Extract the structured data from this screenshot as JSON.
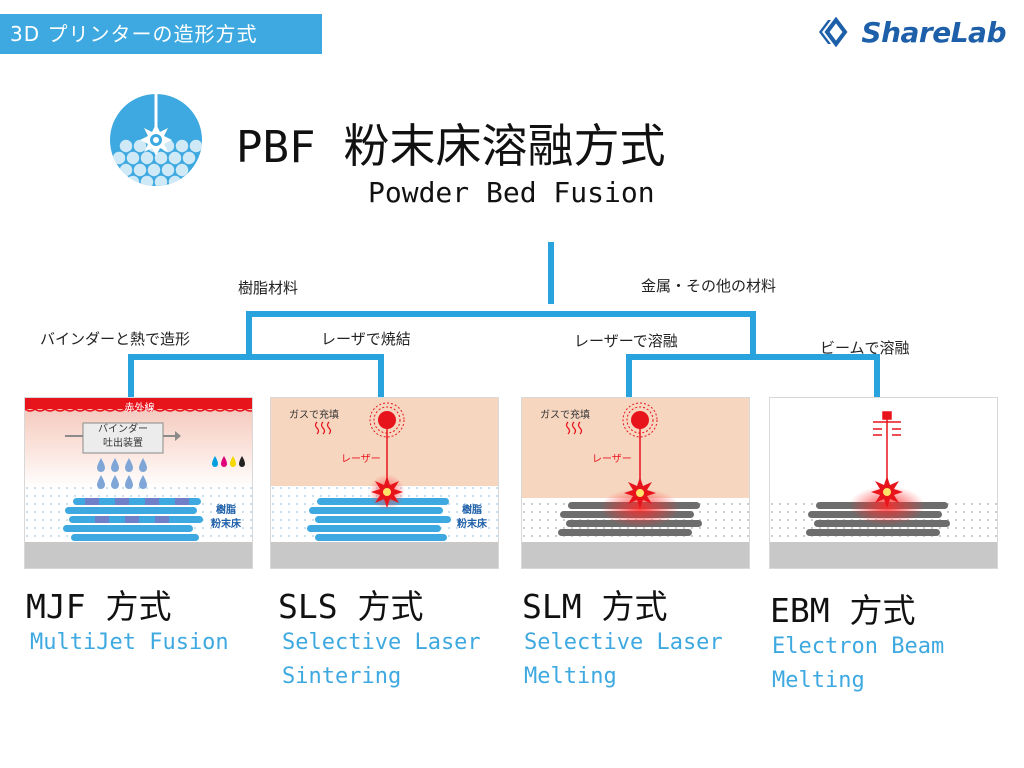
{
  "header": {
    "tag": "3D プリンターの造形方式",
    "logo": "ShareLab"
  },
  "title": {
    "abbr": "PBF",
    "jp": "粉末床溶融方式",
    "en": "Powder Bed Fusion"
  },
  "branches": {
    "resin": "樹脂材料",
    "metal": "金属・その他の材料",
    "binder_heat": "バインダーと熱で造形",
    "laser_sinter": "レーザで焼結",
    "laser_melt": "レーザーで溶融",
    "beam_melt": "ビームで溶融"
  },
  "methods": [
    {
      "abbr": "MJF",
      "kanji": "方式",
      "en_lines": [
        "MultiJet Fusion"
      ]
    },
    {
      "abbr": "SLS",
      "kanji": "方式",
      "en_lines": [
        "Selective Laser",
        "Sintering"
      ]
    },
    {
      "abbr": "SLM",
      "kanji": "方式",
      "en_lines": [
        "Selective Laser",
        "Melting"
      ]
    },
    {
      "abbr": "EBM",
      "kanji": "方式",
      "en_lines": [
        "Electron Beam",
        "Melting"
      ]
    }
  ],
  "panels": {
    "mjf": {
      "infrared": "赤外線",
      "binder_line1": "バインダー",
      "binder_line2": "吐出装置",
      "powder_line1": "樹脂",
      "powder_line2": "粉末床"
    },
    "sls": {
      "gas": "ガスで充填",
      "laser": "レーザー",
      "powder_line1": "樹脂",
      "powder_line2": "粉末床"
    },
    "slm": {
      "gas": "ガスで充填",
      "laser": "レーザー"
    }
  },
  "colors": {
    "accent": "#3ea9e0",
    "tree": "#29a3dd",
    "laser": "#e8141c",
    "peach": "#f7d6c0",
    "dark_blue": "#1d5fa8"
  }
}
